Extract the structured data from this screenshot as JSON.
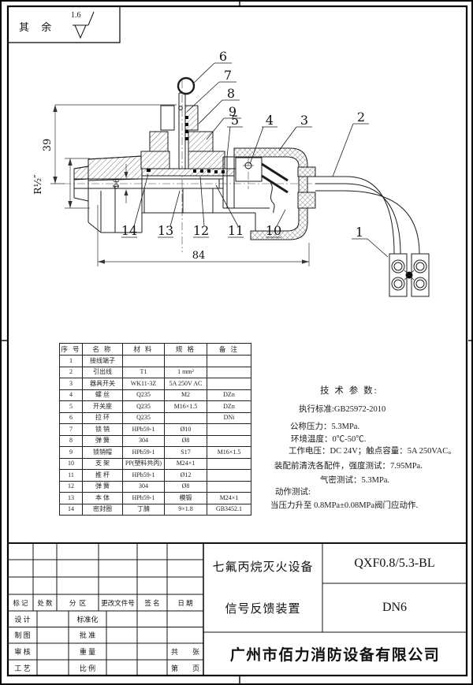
{
  "sheet": {
    "roughness_label": "其 余",
    "roughness_value": "1.6"
  },
  "drawing": {
    "dims": {
      "d39": "39",
      "thread": "R½″",
      "bore": "Φ6",
      "d84": "84"
    },
    "callouts": [
      "1",
      "2",
      "3",
      "4",
      "5",
      "6",
      "7",
      "8",
      "9",
      "10",
      "11",
      "12",
      "13",
      "14"
    ]
  },
  "parts_table": {
    "headers": [
      "序 号",
      "名 称",
      "材 料",
      "规 格",
      "备 注"
    ],
    "rows": [
      [
        "1",
        "接线端子",
        "",
        "",
        ""
      ],
      [
        "2",
        "引出线",
        "T1",
        "1 mm²",
        ""
      ],
      [
        "3",
        "器具开关",
        "WK11-3Z",
        "5A 250V AC",
        ""
      ],
      [
        "4",
        "螺 丝",
        "Q235",
        "M2",
        "DZn"
      ],
      [
        "5",
        "开关座",
        "Q235",
        "M16×1.5",
        "DZn"
      ],
      [
        "6",
        "拉 环",
        "Q235",
        "",
        "DNi"
      ],
      [
        "7",
        "锁 销",
        "HPb59-1",
        "Ø10",
        ""
      ],
      [
        "8",
        "弹 簧",
        "304",
        "Ø8",
        ""
      ],
      [
        "9",
        "锁销帽",
        "HPb59-1",
        "S17",
        "M16×1.5"
      ],
      [
        "10",
        "支 架",
        "PP(塑料共丙)",
        "M24×1",
        ""
      ],
      [
        "11",
        "推 杆",
        "HPb59-1",
        "Ø12",
        ""
      ],
      [
        "12",
        "弹 簧",
        "304",
        "Ø8",
        ""
      ],
      [
        "13",
        "本 体",
        "HPb59-1",
        "模锻",
        "M24×1"
      ],
      [
        "14",
        "密封圈",
        "丁腈",
        "9×1.8",
        "GB3452.1"
      ]
    ]
  },
  "tech_params": {
    "title": "技 术 参 数:",
    "lines": [
      "执行标准:GB25972-2010",
      "公称压力：5.3MPa.",
      "环境温度：0℃-50℃.",
      "工作电压：DC 24V；触点容量：5A 250VAC。",
      "装配前清洗各配件，强度测试：7.95MPa.",
      "气密测试：5.3MPa.",
      "动作测试:",
      "当压力升至 0.8MPa±0.08MPa阀门应动作."
    ]
  },
  "title_block": {
    "c_biaoji": "标 记",
    "c_chushu": "处 数",
    "c_fenqu": "分  区",
    "c_wenjianhao": "更改文件号",
    "c_qianming": "签 名",
    "c_riqi": "日 期",
    "r_sheji": "设 计",
    "r_biaozhunhua": "标准化",
    "r_zhitu": "制 图",
    "r_pizhun": "批 准",
    "r_shenhe": "审 核",
    "r_zhongliang": "重 量",
    "r_gongyi": "工 艺",
    "r_bili": "比 例",
    "gong_zhang": "共        张",
    "di_ye": "第        页",
    "product_line1": "七氟丙烷灭火设备",
    "product_line2": "信号反馈装置",
    "model": "QXF0.8/5.3-BL",
    "size": "DN6",
    "company": "广州市佰力消防设备有限公司"
  }
}
